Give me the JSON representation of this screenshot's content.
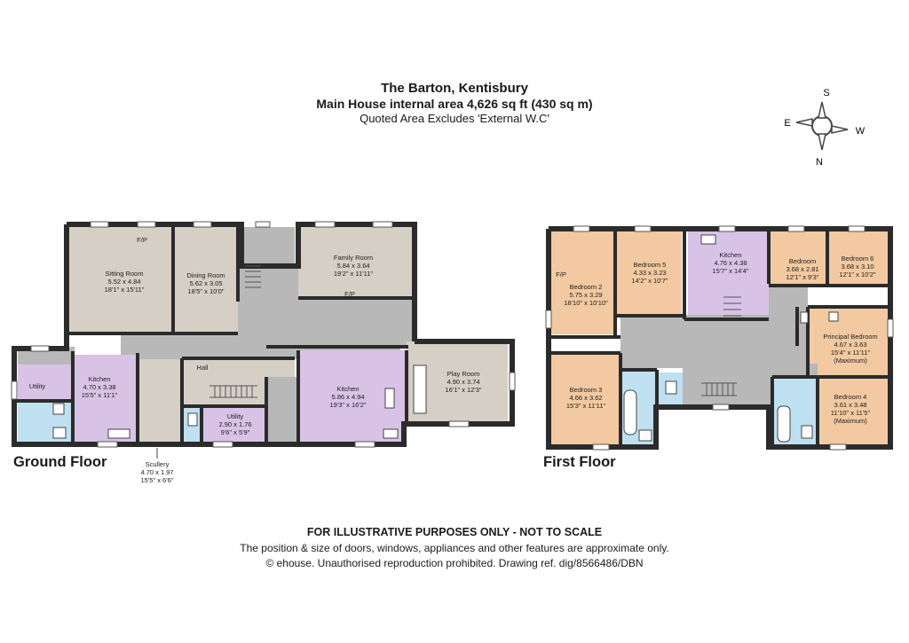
{
  "header": {
    "title": "The Barton, Kentisbury",
    "area": "Main House internal area 4,626 sq ft (430 sq m)",
    "note": "Quoted Area Excludes 'External W.C'"
  },
  "compass": {
    "s": "S",
    "e": "E",
    "w": "W",
    "n": "N"
  },
  "ground_floor": {
    "label": "Ground Floor",
    "rooms": [
      {
        "name": "Sitting Room",
        "m": "5.52 x 4.84",
        "ft": "18'1\" x 15'11\""
      },
      {
        "name": "Dining Room",
        "m": "5.62 x 3.05",
        "ft": "18'5\" x 10'0\""
      },
      {
        "name": "Family Room",
        "m": "5.84 x 3.64",
        "ft": "19'2\" x 11'11\""
      },
      {
        "name": "Kitchen",
        "m": "4.70 x 3.38",
        "ft": "15'5\" x 11'1\""
      },
      {
        "name": "Utility",
        "m": "",
        "ft": ""
      },
      {
        "name": "Hall",
        "m": "",
        "ft": ""
      },
      {
        "name": "Utility",
        "m": "2.90 x 1.76",
        "ft": "9'6\" x 5'9\""
      },
      {
        "name": "Kitchen",
        "m": "5.86 x 4.94",
        "ft": "19'3\" x 16'2\""
      },
      {
        "name": "Play Room",
        "m": "4.90 x 3.74",
        "ft": "16'1\" x 12'3\""
      },
      {
        "name": "Scullery",
        "m": "4.70 x 1.97",
        "ft": "15'5\" x 6'6\""
      }
    ],
    "fp": [
      "F/P",
      "F/P"
    ]
  },
  "first_floor": {
    "label": "First Floor",
    "rooms": [
      {
        "name": "Bedroom 2",
        "m": "5.75 x 3.29",
        "ft": "18'10\" x 10'10\"",
        "extra": ""
      },
      {
        "name": "Bedroom 5",
        "m": "4.33 x 3.23",
        "ft": "14'2\" x 10'7\"",
        "extra": ""
      },
      {
        "name": "Kitchen",
        "m": "4.76 x 4.38",
        "ft": "15'7\" x 14'4\"",
        "extra": ""
      },
      {
        "name": "Bedroom",
        "m": "3.68 x 2.81",
        "ft": "12'1\" x 9'3\"",
        "extra": ""
      },
      {
        "name": "Bedroom 6",
        "m": "3.68 x 3.10",
        "ft": "12'1\" x 10'2\"",
        "extra": ""
      },
      {
        "name": "Principal Bedroom",
        "m": "4.67 x 3.63",
        "ft": "15'4\" x 11'11\"",
        "extra": "(Maximum)"
      },
      {
        "name": "Bedroom 3",
        "m": "4.66 x 3.62",
        "ft": "15'3\" x 11'11\"",
        "extra": ""
      },
      {
        "name": "Bedroom 4",
        "m": "3.61 x 3.48",
        "ft": "11'10\" x 11'5\"",
        "extra": "(Maximum)"
      }
    ],
    "fp": [
      "F/P"
    ]
  },
  "footer": {
    "disclaimer": "FOR ILLUSTRATIVE PURPOSES ONLY - NOT TO SCALE",
    "note": "The position & size of doors, windows, appliances and other features are approximate only.",
    "copyright": "© ehouse. Unauthorised reproduction prohibited. Drawing ref. dig/8566486/DBN"
  },
  "colors": {
    "wall": "#2b2b2b",
    "grey_room": "#d5cfc5",
    "circulation": "#b8b8b8",
    "kitchen": "#d8c2e6",
    "bathroom": "#bfe0f0",
    "bedroom": "#f2c9a0"
  }
}
